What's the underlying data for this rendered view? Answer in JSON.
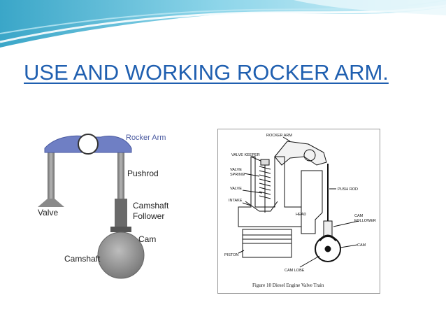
{
  "slide": {
    "title": "USE AND WORKING ROCKER ARM."
  },
  "left_diagram": {
    "labels": {
      "rocker_arm": "Rocker Arm",
      "pushrod": "Pushrod",
      "valve": "Valve",
      "camshaft_follower_line1": "Camshaft",
      "camshaft_follower_line2": "Follower",
      "cam": "Cam",
      "camshaft": "Camshaft"
    }
  },
  "right_diagram": {
    "labels": {
      "rocker_arm": "ROCKER ARM",
      "valve_keeper": "VALVE KEEPER",
      "valve_spring_line1": "VALVE",
      "valve_spring_line2": "SPRING",
      "valve": "VALVE",
      "intake": "INTAKE",
      "push_rod": "PUSH ROD",
      "head": "HEAD",
      "cam_follower_line1": "CAM",
      "cam_follower_line2": "FOLLOWER",
      "cam": "CAM",
      "piston": "PISTON",
      "cam_lobe": "CAM LOBE"
    },
    "caption": "Figure 10  Diesel Engine Valve Train"
  },
  "colors": {
    "title": "#1f5fb0",
    "rocker_arm": "#6f7fc4",
    "steel": "#8a8a8a",
    "wave": "#6cc4dd"
  }
}
